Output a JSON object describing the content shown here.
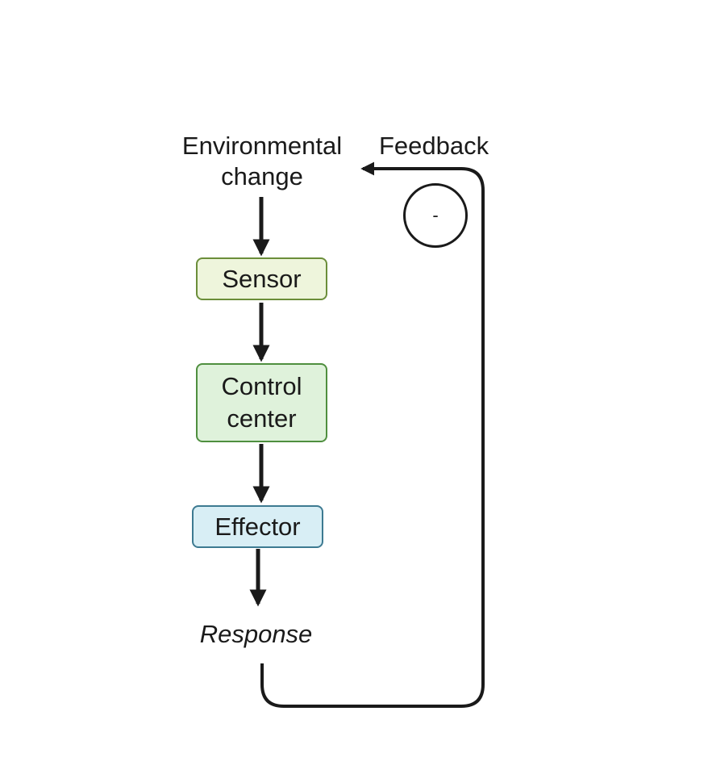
{
  "diagram": {
    "environmental_change": [
      "Environmental",
      "change"
    ],
    "feedback_label": "Feedback",
    "feedback_sign": "-",
    "sensor": "Sensor",
    "control_center": [
      "Control",
      "center"
    ],
    "effector": "Effector",
    "response": "Response"
  },
  "colors": {
    "sensor_fill": "#eef5dc",
    "sensor_border": "#6b8e3a",
    "control_fill": "#dff2db",
    "control_border": "#4f8f3f",
    "effector_fill": "#d8eef5",
    "effector_border": "#3d7a91",
    "arrow": "#1a1a1a"
  }
}
